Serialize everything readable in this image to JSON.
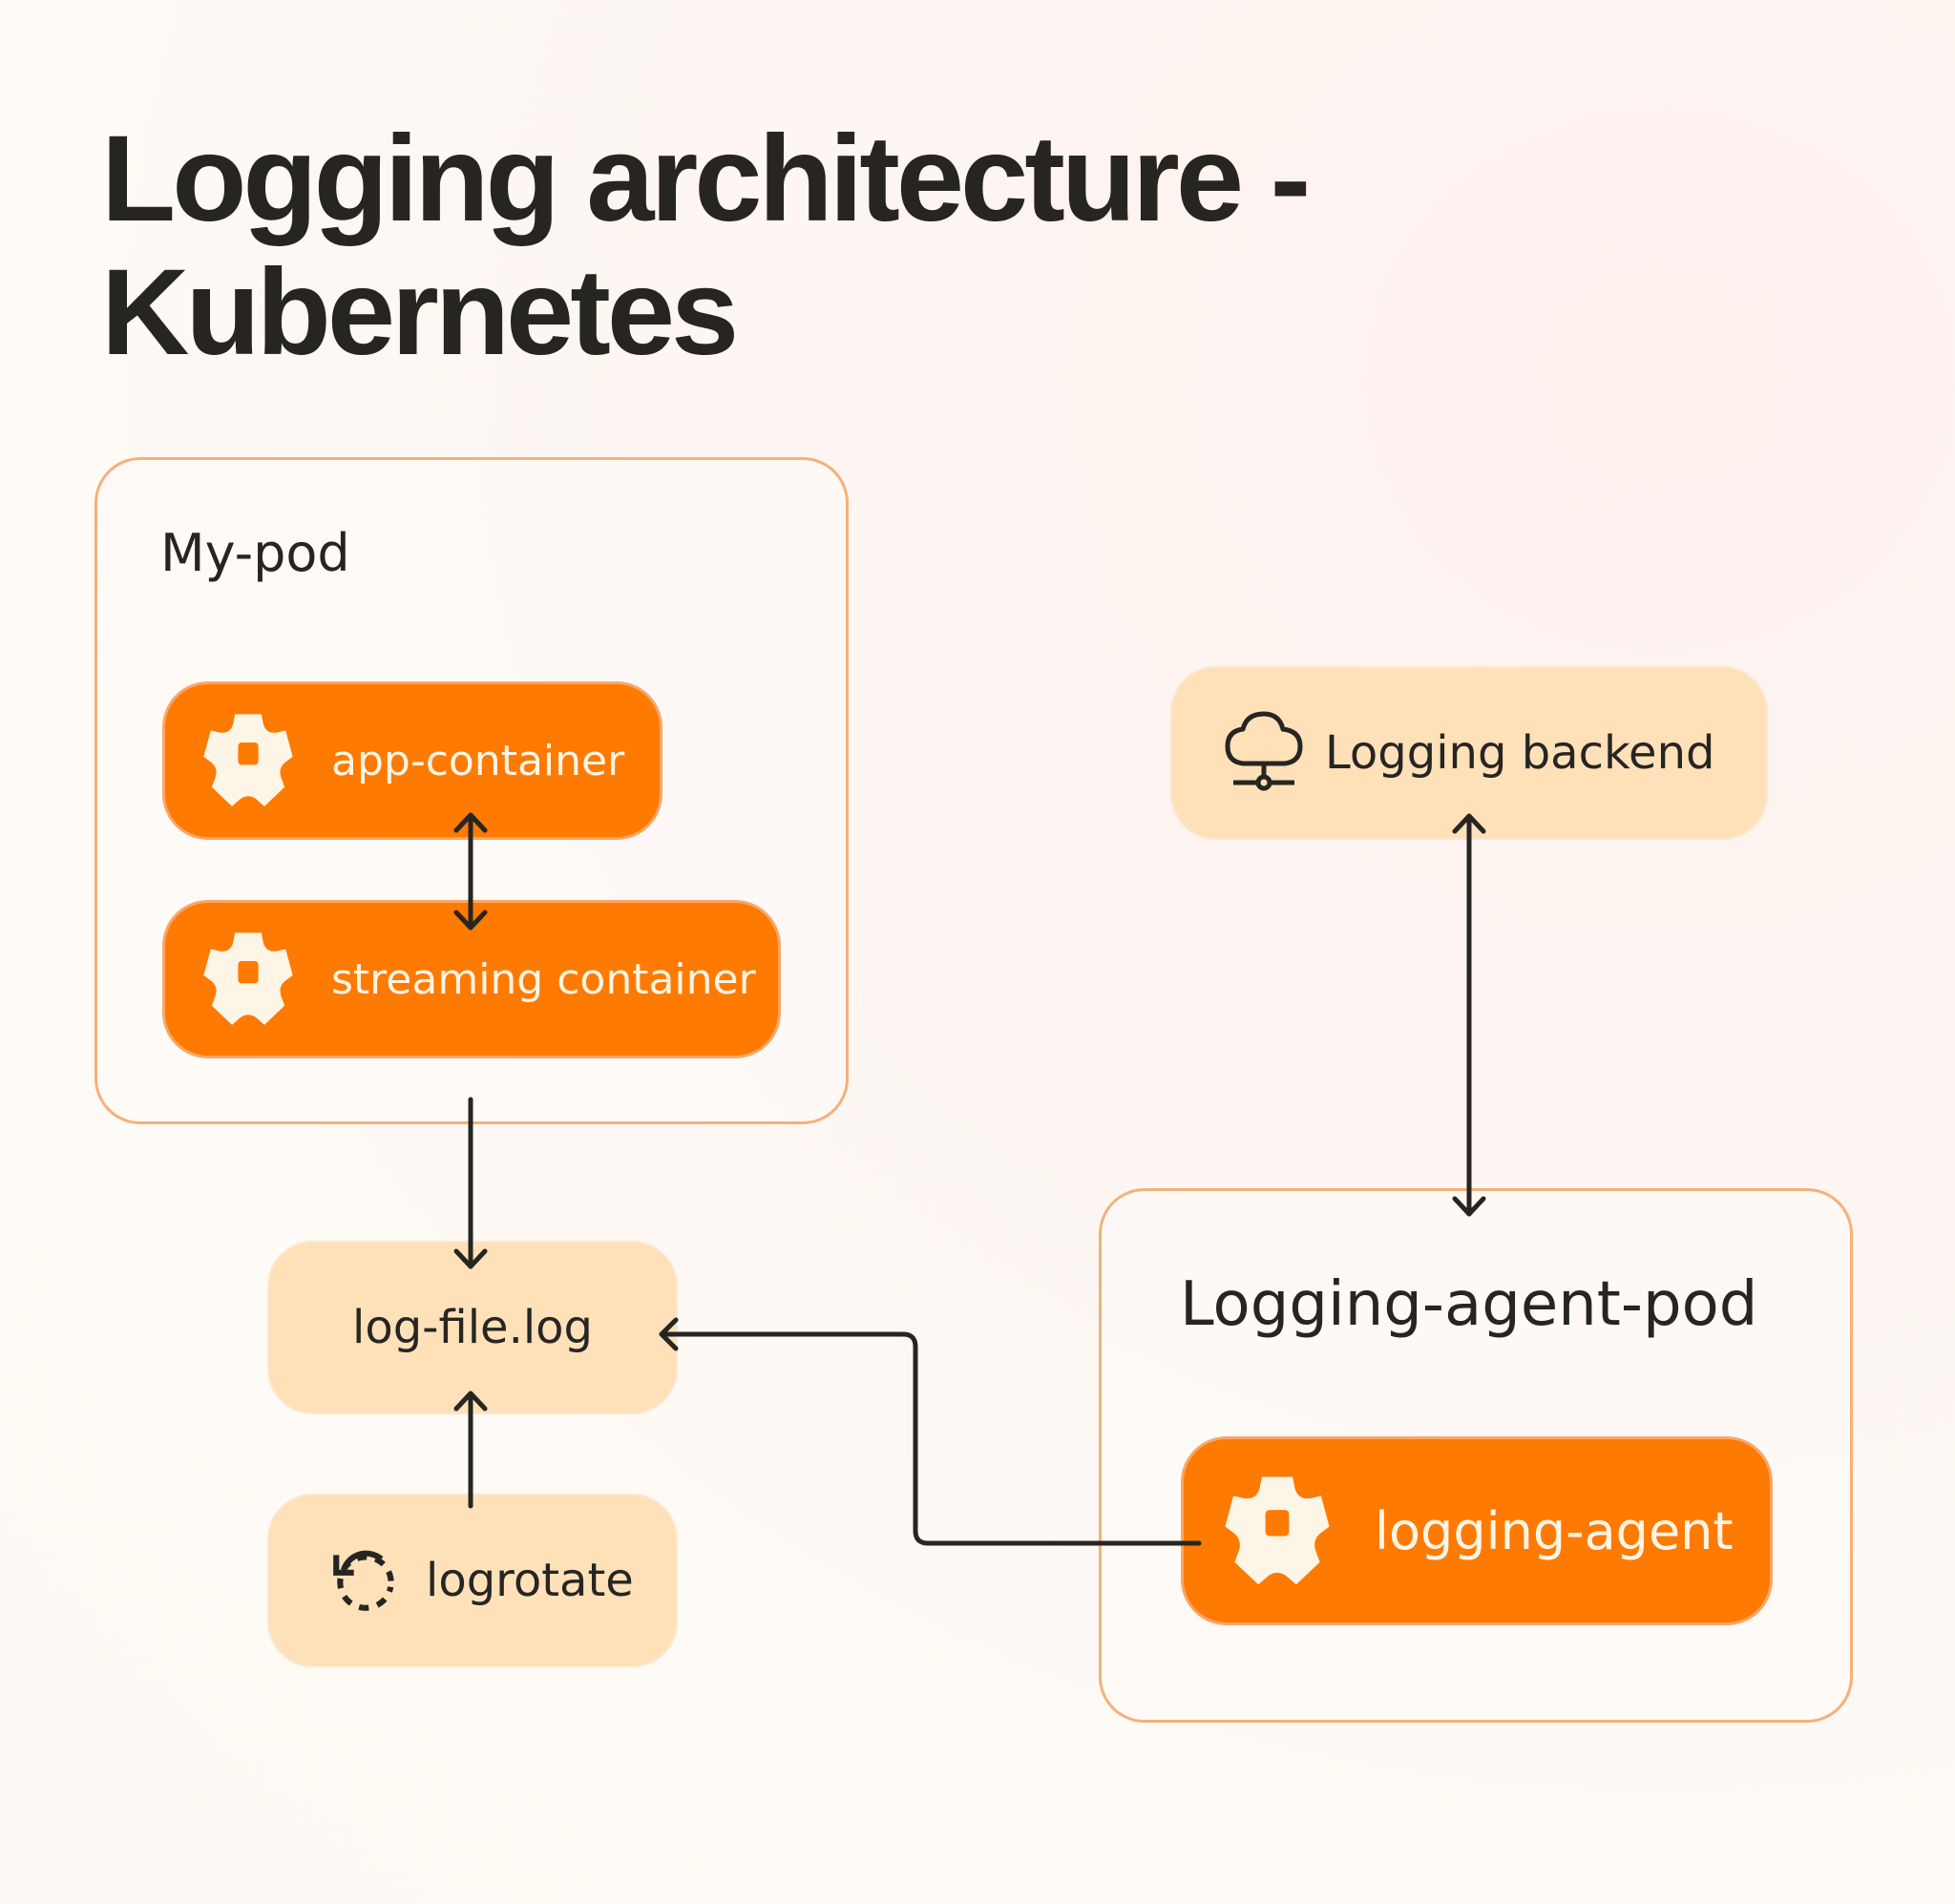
{
  "title": {
    "line1": "Logging architecture -",
    "line2": "Kubernetes"
  },
  "colors": {
    "accent_orange": "#ff7a00",
    "peach": "#ffe1b9",
    "frame_border": "#f5b07a",
    "ink": "#272522",
    "icon_cream": "#fdf5e6"
  },
  "my_pod": {
    "label": "My-pod",
    "nodes": [
      {
        "label": "app-container",
        "icon": "gear-icon"
      },
      {
        "label": "streaming container",
        "icon": "gear-icon"
      }
    ]
  },
  "log_file": {
    "label": "log-file.log"
  },
  "logrotate": {
    "label": "logrotate",
    "icon": "rotate-dashed-icon"
  },
  "logging_backend": {
    "label": "Logging backend",
    "icon": "cloud-network-icon"
  },
  "logging_agent_pod": {
    "label": "Logging-agent-pod",
    "nodes": [
      {
        "label": "logging-agent",
        "icon": "gear-icon"
      }
    ]
  },
  "connections": [
    {
      "from": "app-container",
      "to": "streaming container",
      "direction": "bidirectional"
    },
    {
      "from": "streaming container",
      "to": "log-file.log",
      "direction": "forward"
    },
    {
      "from": "logrotate",
      "to": "log-file.log",
      "direction": "forward"
    },
    {
      "from": "logging-agent",
      "to": "log-file.log",
      "direction": "forward"
    },
    {
      "from": "Logging backend",
      "to": "logging-agent",
      "direction": "bidirectional"
    }
  ]
}
